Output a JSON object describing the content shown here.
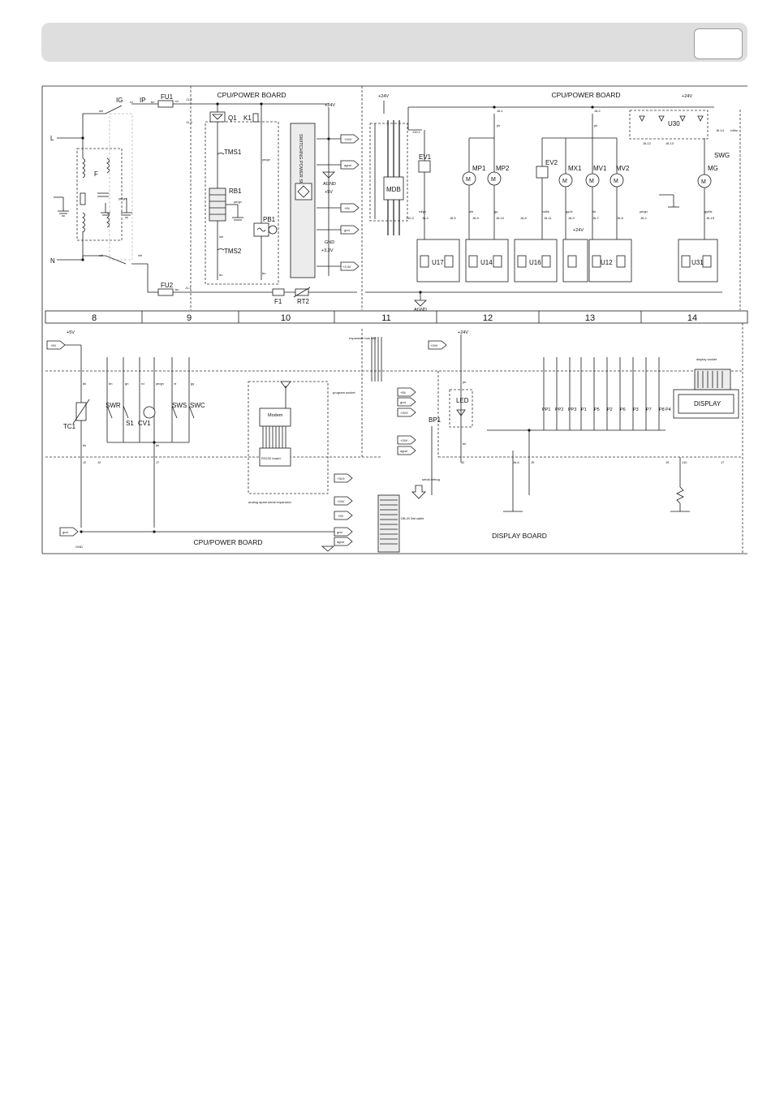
{
  "labels": {
    "cpu_power_board": "CPU/POWER BOARD",
    "display_board": "DISPLAY BOARD",
    "display": "DISPLAY",
    "modem": "Modem",
    "rs232_board": "RS232 board",
    "mdb": "MDB",
    "switching_supply": "SWITCHING POWER SUPPLY",
    "agnd": "AGND",
    "gnd": "GND"
  },
  "column_numbers": [
    "8",
    "9",
    "10",
    "11",
    "12",
    "13",
    "14"
  ],
  "top_components": {
    "IG": "IG",
    "IP": "IP",
    "FU1": "FU1",
    "FU2": "FU2",
    "F": "F",
    "L": "L",
    "N": "N",
    "Q1": "Q1",
    "K1": "K1",
    "TMS1": "TMS1",
    "RB1": "RB1",
    "TMS2": "TMS2",
    "PB1": "PB1",
    "F1": "F1",
    "RT2": "RT2",
    "EV1": "EV1",
    "EV2": "EV2",
    "MP1": "MP1",
    "MP2": "MP2",
    "MX1": "MX1",
    "MV1": "MV1",
    "MV2": "MV2",
    "MG": "MG",
    "SWG": "SWG",
    "U17": "U17",
    "U14": "U14",
    "U16": "U16",
    "U12": "U12",
    "U31": "U31",
    "U30": "U30"
  },
  "rails": {
    "p24": "+24V",
    "p5": "+5V",
    "p3v3": "+3,3V",
    "p3v3b": "+3V3",
    "agnd": "agnd",
    "gnd": "gnd",
    "gnd_upper": "GND"
  },
  "bottom_components": {
    "TC1": "TC1",
    "SWR": "SWR",
    "S1": "S1",
    "CV1": "CV1",
    "SWS": "SWS",
    "SWC": "SWC",
    "BP1": "BP1",
    "LED": "LED",
    "PP1": "PP1",
    "PP2": "PP2",
    "PP3": "PP3",
    "P1": "P1",
    "P5": "P5",
    "P2": "P2",
    "P6": "P6",
    "P3": "P3",
    "P7": "P7",
    "P8": "P8",
    "P4": "P4"
  },
  "connectors": {
    "J1_2": "J1-2",
    "J1_3": "J1-3",
    "J1_1": "J1-1",
    "J6_4": "J6-4",
    "J6_2": "J6-2",
    "J6_1": "J6-1",
    "J6_5": "J6-5",
    "J6_9": "J6-9",
    "J6_10": "J6-10",
    "J6_6": "J6-6",
    "J6_11": "J6-11",
    "J6_3": "J6-3",
    "J6_7": "J6-7",
    "J6_8": "J6-8",
    "J6_12": "J6-12",
    "J6_13": "J6-13",
    "J6_14": "J6-14",
    "J6_15": "J6-15",
    "J10_2": "J10-2",
    "J10_1": "J10-1",
    "J2": "J2",
    "J7": "J7",
    "J4": "J4",
    "J8": "J8",
    "J9": "J9",
    "J10": "J10",
    "J11": "J11"
  },
  "wire_colors": {
    "wh": "wh",
    "rd": "rd",
    "bn": "bn",
    "bu": "bu",
    "pk": "pk",
    "bk": "bk",
    "ye_gn": "ye/gn",
    "rd_gn": "rd/gn",
    "gy": "gy",
    "gy_vt": "gy/vt",
    "rd_bk": "rd/bk",
    "gy_bk": "gy/bk",
    "rd_bu": "rd/bu",
    "vt": "vt",
    "gn": "gn",
    "pk_gy": "pk/gy"
  },
  "annotations": {
    "expansion_bus": "expansion bus 485",
    "program_socket": "program socket",
    "serial_debug": "serial debug",
    "analog_spare": "analog spare",
    "serial_expansion": "serial expansion",
    "display_socket": "display socket",
    "db_flatcable": "DB-20 flat cable"
  }
}
